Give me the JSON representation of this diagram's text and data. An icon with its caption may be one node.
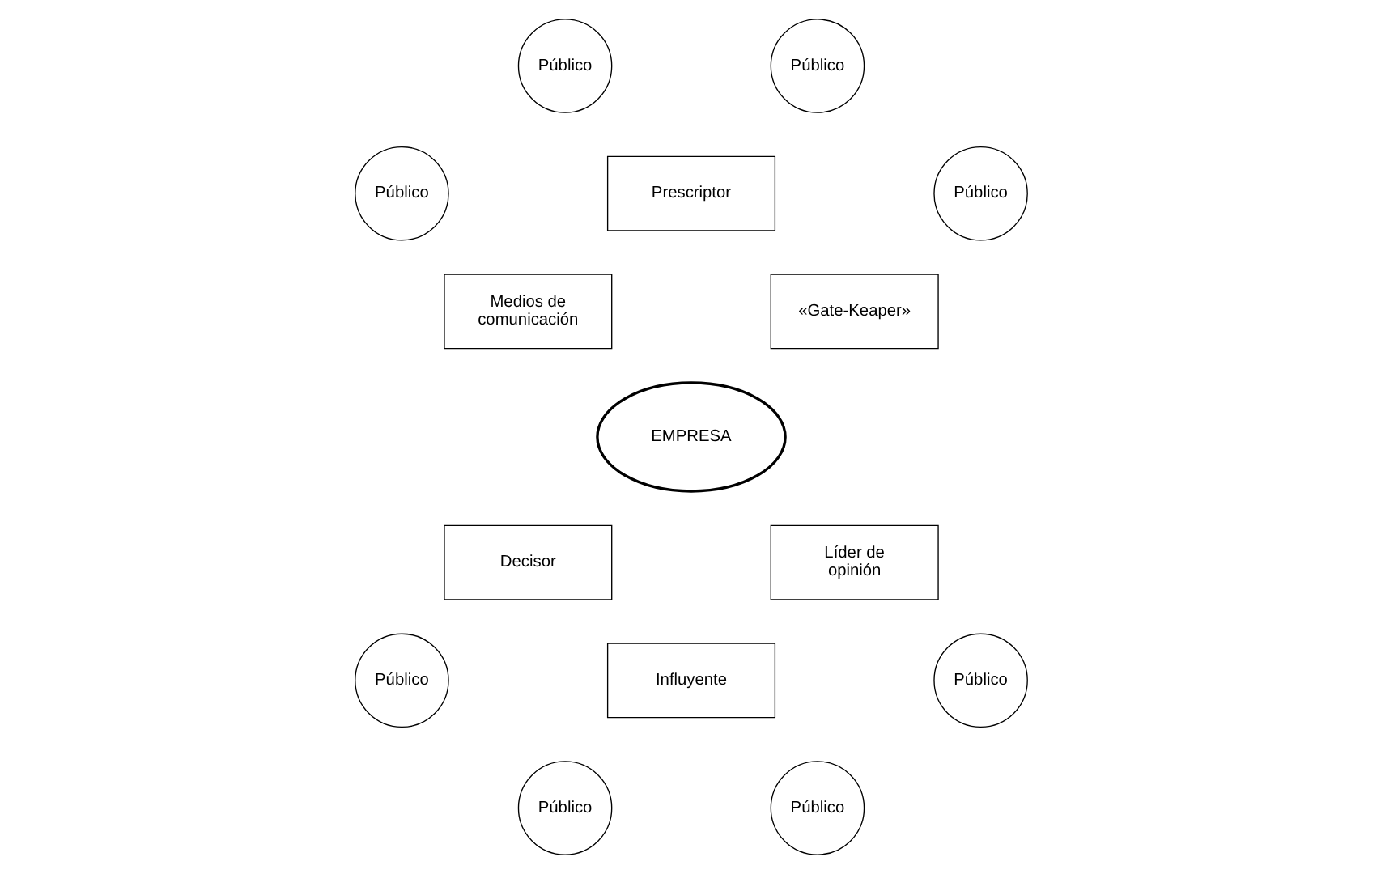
{
  "diagram": {
    "nodes": [
      {
        "text": [
          "Público"
        ]
      },
      {
        "text": [
          "Público"
        ]
      },
      {
        "text": [
          "Prescriptor"
        ]
      },
      {
        "text": [
          "Público"
        ]
      },
      {
        "text": [
          "Público"
        ]
      },
      {
        "text": [
          "Medios de comunicación"
        ]
      },
      {
        "text": [
          "«Gate-Keaper»"
        ]
      },
      {
        "text": [
          "EMPRESA"
        ]
      },
      {
        "text": [
          "Decisor"
        ]
      },
      {
        "text": [
          "Líder de opinión"
        ]
      },
      {
        "text": [
          "Público"
        ]
      },
      {
        "text": [
          "Público"
        ]
      },
      {
        "text": [
          "Influyente"
        ]
      },
      {
        "text": [
          "Público"
        ]
      },
      {
        "text": [
          "Público"
        ]
      }
    ],
    "edges": []
  }
}
